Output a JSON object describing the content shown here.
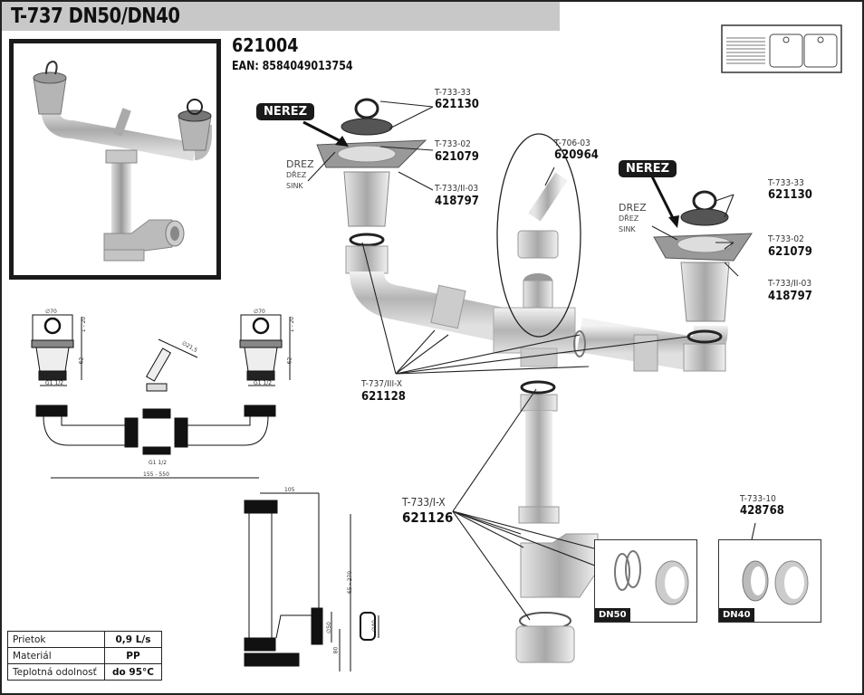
{
  "header": {
    "title": "T-737 DN50/DN40",
    "product_code": "621004",
    "ean": "EAN: 8584049013754"
  },
  "sink_icon": "double-sink-with-drainer-icon",
  "callouts": {
    "nerez_label": "NEREZ",
    "drez": {
      "line1": "DREZ",
      "line2": "DŘEZ",
      "line3": "SINK"
    },
    "left_group": [
      {
        "ref": "T-733-33",
        "code": "621130"
      },
      {
        "ref": "T-733-02",
        "code": "621079"
      },
      {
        "ref": "T-733/II-03",
        "code": "418797"
      }
    ],
    "right_group": [
      {
        "ref": "T-733-33",
        "code": "621130"
      },
      {
        "ref": "T-733-02",
        "code": "621079"
      },
      {
        "ref": "T-733/II-03",
        "code": "418797"
      }
    ],
    "overflow": {
      "ref": "T-706-03",
      "code": "620964"
    },
    "gaskets": {
      "ref": "T-737/III-X",
      "code": "621128"
    },
    "trap_gaskets": {
      "ref": "T-733/I-X",
      "code": "621126"
    },
    "reducer": {
      "ref": "T-733-10",
      "code": "428768"
    }
  },
  "insets": {
    "dn50": "DN50",
    "dn40": "DN40"
  },
  "dimensions": {
    "strainer_diameter": "∅70",
    "strainer_gap": "1 - 20",
    "strainer_height": "62",
    "thread": "G1 1/2",
    "overflow_diameter": "∅21,5",
    "span": "155 - 550",
    "trap_offset": "105",
    "trap_height": "65 - 270",
    "outlet_diameter": "∅50",
    "outlet_height": "80",
    "reducer_diameter": "∅40"
  },
  "specs": [
    {
      "label": "Prietok",
      "value": "0,9 L/s"
    },
    {
      "label": "Materiál",
      "value": "PP"
    },
    {
      "label": "Teplotná odolnosť",
      "value": "do 95°C"
    }
  ]
}
